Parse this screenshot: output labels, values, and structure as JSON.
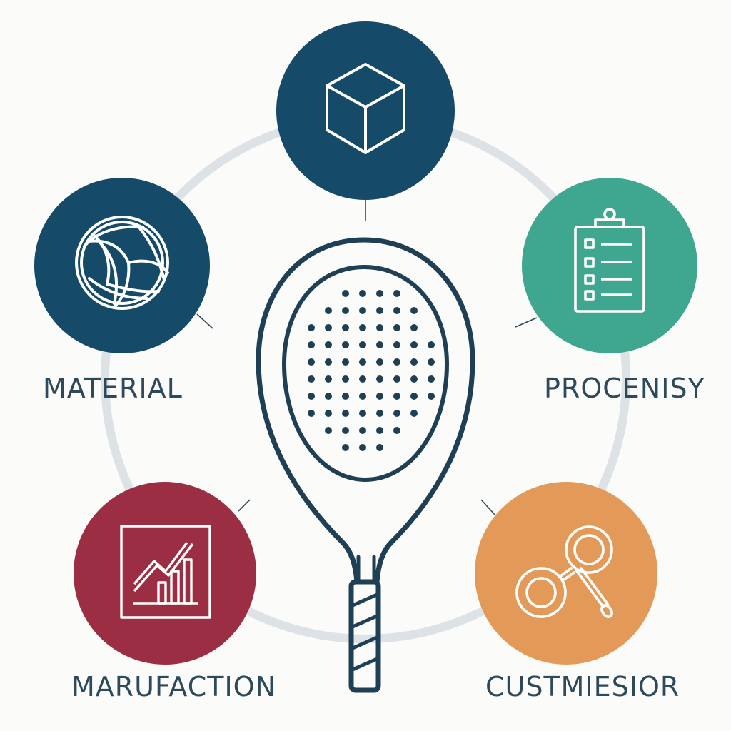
{
  "nodes": [
    {
      "id": "top",
      "icon": "cube-icon",
      "color": "#154a68",
      "label": ""
    },
    {
      "id": "material",
      "icon": "volleyball-icon",
      "color": "#154a68",
      "label": "MATERIAL"
    },
    {
      "id": "procenisy",
      "icon": "clipboard-checklist-icon",
      "color": "#3fa690",
      "label": "PROCENISY"
    },
    {
      "id": "marufaction",
      "icon": "growth-chart-icon",
      "color": "#9b2e42",
      "label": "MARUFACTION"
    },
    {
      "id": "custmiesior",
      "icon": "rings-tool-icon",
      "color": "#e39a58",
      "label": "CUSTMIESIOR"
    }
  ],
  "colors": {
    "ring": "#dde2e6",
    "racket": "#1f3f55",
    "label_text": "#2e4a5a",
    "background": "#fbfbfa"
  },
  "center": {
    "icon": "padel-racket-icon"
  }
}
